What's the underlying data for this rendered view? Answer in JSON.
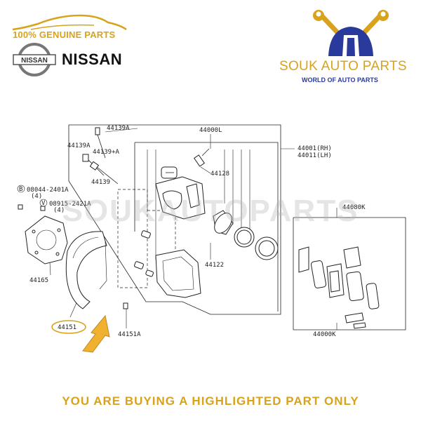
{
  "header": {
    "genuine_text": "100% GENUINE PARTS",
    "brand_logo_text": "NISSAN",
    "brand_name": "NISSAN",
    "seller_name": "SOUK AUTO PARTS",
    "seller_tagline": "WORLD OF AUTO PARTS"
  },
  "watermark": "SOUKAUTOPARTS",
  "footer": "YOU ARE BUYING A HIGHLIGHTED PART ONLY",
  "colors": {
    "gold": "#d9a21c",
    "navy": "#2a3a9c",
    "arrow": "#f0b030"
  },
  "callouts": {
    "bolt_a1": "44139A",
    "bolt_a2": "44139A",
    "bolt_plus": "44139+A",
    "pin": "44139",
    "caliper_assy": "44000L",
    "side_rh": "44001(RH)",
    "side_lh": "44011(LH)",
    "bleeder": "44128",
    "bolt_spec1": "08044-2401A",
    "bolt_qty1": "(4)",
    "washer_spec": "08915-2421A",
    "washer_qty": "(4)",
    "piston": "44122",
    "pad_kit": "44080K",
    "plate": "44165",
    "shield": "44151",
    "shield_bolt": "44151A",
    "pad_set": "44000K",
    "marker_b": "B",
    "marker_v": "V"
  }
}
